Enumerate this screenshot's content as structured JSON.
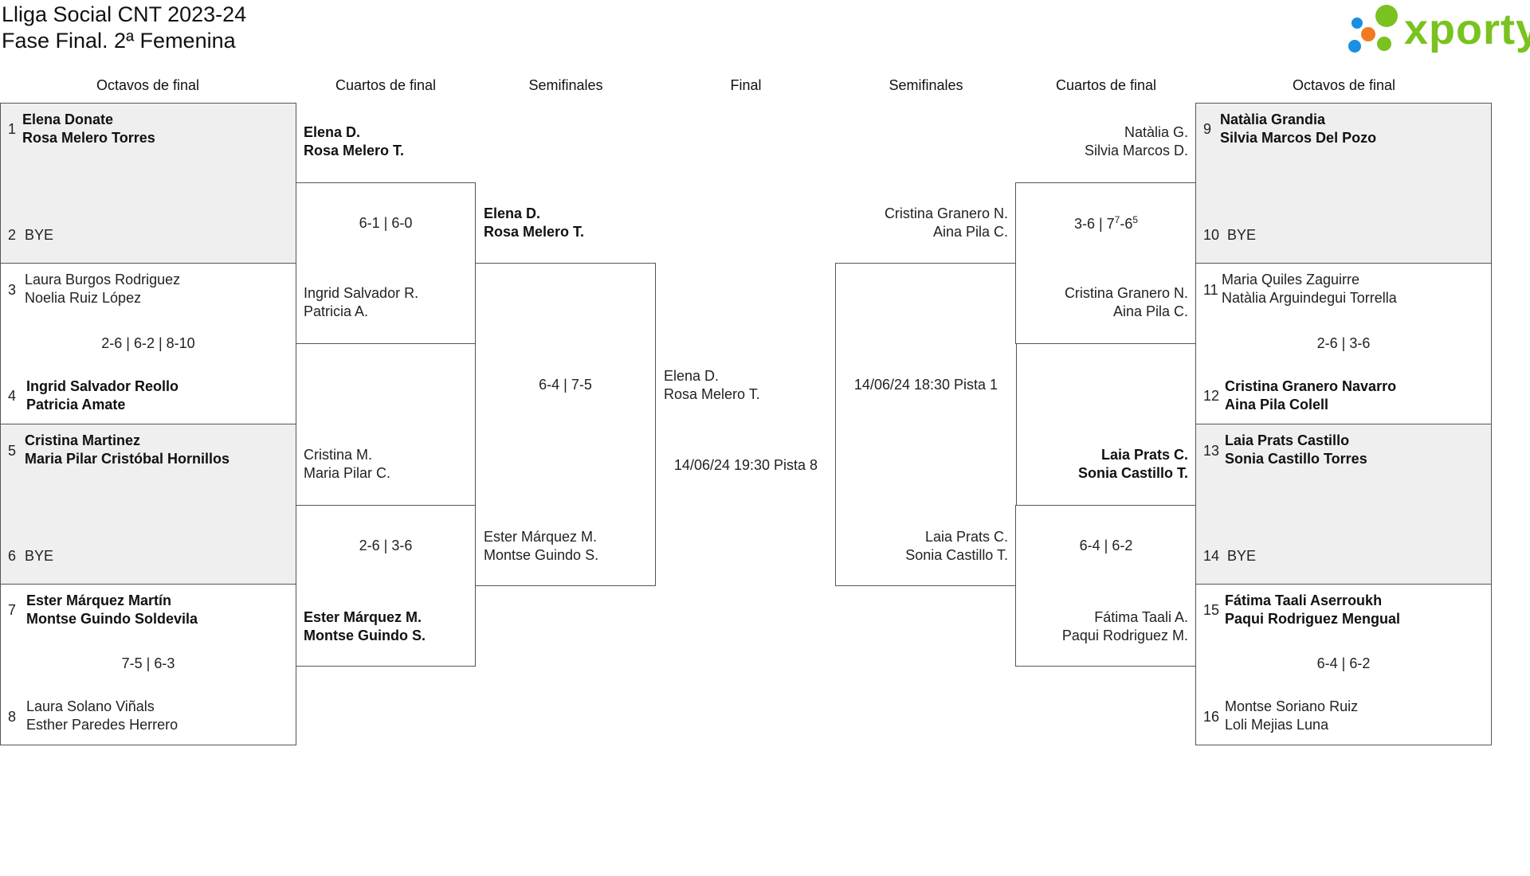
{
  "header": {
    "title_line1": "Lliga Social CNT 2023-24",
    "title_line2": "Fase Final. 2ª Femenina",
    "logo_text": "xporty"
  },
  "brand_colors": {
    "logo_green": "#79c21f",
    "logo_blue": "#1b8fe0",
    "logo_orange": "#f07b1f"
  },
  "rounds": {
    "left_r16": "Octavos de final",
    "left_qf": "Cuartos de final",
    "left_sf": "Semifinales",
    "final": "Final",
    "right_sf": "Semifinales",
    "right_qf": "Cuartos de final",
    "right_r16": "Octavos de final"
  },
  "left_r16": {
    "m1": {
      "seed_a": "1",
      "a1": "Elena Donate",
      "a2": "Rosa Melero Torres",
      "seed_b": "2",
      "b": "BYE"
    },
    "m2": {
      "seed_a": "3",
      "a1": "Laura Burgos Rodriguez",
      "a2": "Noelia Ruiz López",
      "score": "2-6 | 6-2 | 8-10",
      "seed_b": "4",
      "b1": "Ingrid Salvador Reollo",
      "b2": "Patricia Amate"
    },
    "m3": {
      "seed_a": "5",
      "a1": "Cristina Martinez",
      "a2": "Maria Pilar Cristóbal Hornillos",
      "seed_b": "6",
      "b": "BYE"
    },
    "m4": {
      "seed_a": "7",
      "a1": "Ester Márquez Martín",
      "a2": "Montse Guindo Soldevila",
      "score": "7-5 | 6-3",
      "seed_b": "8",
      "b1": "Laura Solano Viñals",
      "b2": "Esther Paredes Herrero"
    }
  },
  "left_qf": {
    "m1": {
      "a1": "Elena D.",
      "a2": "Rosa Melero T.",
      "score": "6-1 | 6-0",
      "b1": "Ingrid Salvador R.",
      "b2": "Patricia A."
    },
    "m2": {
      "a1": "Cristina M.",
      "a2": "Maria Pilar C.",
      "score": "2-6 | 3-6",
      "b1": "Ester Márquez M.",
      "b2": "Montse Guindo S."
    }
  },
  "left_sf": {
    "a1": "Elena D.",
    "a2": "Rosa Melero T.",
    "score": "6-4 | 7-5",
    "b1": "Ester Márquez M.",
    "b2": "Montse Guindo S."
  },
  "final": {
    "a1": "Elena D.",
    "a2": "Rosa Melero T.",
    "schedule": "14/06/24 19:30 Pista 8"
  },
  "right_sf": {
    "a1": "Cristina Granero N.",
    "a2": "Aina Pila C.",
    "schedule": "14/06/24 18:30 Pista 1",
    "b1": "Laia Prats C.",
    "b2": "Sonia Castillo T."
  },
  "right_qf": {
    "m1": {
      "a1": "Natàlia G.",
      "a2": "Silvia Marcos D.",
      "score_main": "3-6 | 7",
      "score_sup1": "7",
      "score_mid": "-6",
      "score_sup2": "5",
      "b1": "Cristina Granero N.",
      "b2": "Aina Pila C."
    },
    "m2": {
      "a1": "Laia Prats C.",
      "a2": "Sonia Castillo T.",
      "score": "6-4 | 6-2",
      "b1": "Fátima Taali A.",
      "b2": "Paqui Rodriguez M."
    }
  },
  "right_r16": {
    "m1": {
      "seed_a": "9",
      "a1": "Natàlia Grandia",
      "a2": "Silvia Marcos Del Pozo",
      "seed_b": "10",
      "b": "BYE"
    },
    "m2": {
      "seed_a": "11",
      "a1": "Maria Quiles Zaguirre",
      "a2": "Natàlia Arguindegui Torrella",
      "score": "2-6 | 3-6",
      "seed_b": "12",
      "b1": "Cristina Granero Navarro",
      "b2": "Aina Pila Colell"
    },
    "m3": {
      "seed_a": "13",
      "a1": "Laia Prats Castillo",
      "a2": "Sonia Castillo Torres",
      "seed_b": "14",
      "b": "BYE"
    },
    "m4": {
      "seed_a": "15",
      "a1": "Fátima Taali Aserroukh",
      "a2": "Paqui Rodriguez Mengual",
      "score": "6-4 | 6-2",
      "seed_b": "16",
      "b1": "Montse Soriano Ruiz",
      "b2": "Loli Mejias Luna"
    }
  }
}
